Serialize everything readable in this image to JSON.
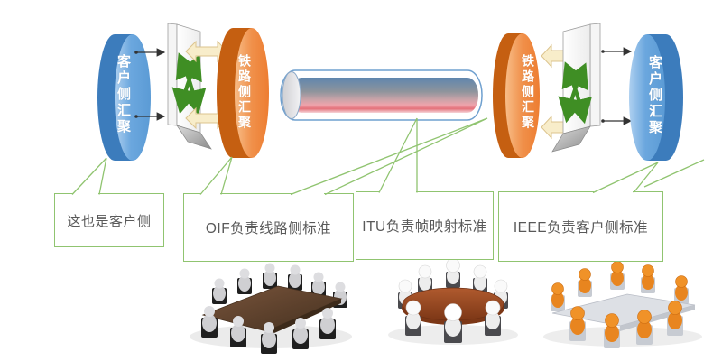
{
  "diagram": {
    "nodes": {
      "left_customer_label": "客户侧汇聚",
      "left_line_label": "铁路侧汇聚",
      "right_line_label": "铁路侧汇聚",
      "right_customer_label": "客户侧汇聚"
    },
    "callouts": [
      {
        "id": "customer-note",
        "text": "这也是客户侧"
      },
      {
        "id": "oif-note",
        "text": "OIF负责线路侧标准"
      },
      {
        "id": "itu-note",
        "text": "ITU负责帧映射标准"
      },
      {
        "id": "ieee-note",
        "text": "IEEE负责客户侧标准"
      }
    ],
    "icons": {
      "cross_connect": "green-crossed-arrows-icon",
      "interface_arrow": "beige-double-arrow-icon",
      "link_arrow": "black-connector-arrow-icon",
      "meeting_images": [
        {
          "name": "boardroom-gray-figures-image"
        },
        {
          "name": "roundtable-white-figures-image"
        },
        {
          "name": "table-orange-figures-image"
        }
      ]
    },
    "colors": {
      "customer_blue": "#5b9bd5",
      "customer_blue_dark": "#3c7cbc",
      "line_orange": "#ed7d31",
      "line_orange_dark": "#c55f11",
      "callout_green": "#90c470",
      "arrow_green": "#3f8e24",
      "beige_arrow": "#f8edca",
      "text_gray": "#595959",
      "tube_stroke": "#6fa0cf"
    }
  }
}
